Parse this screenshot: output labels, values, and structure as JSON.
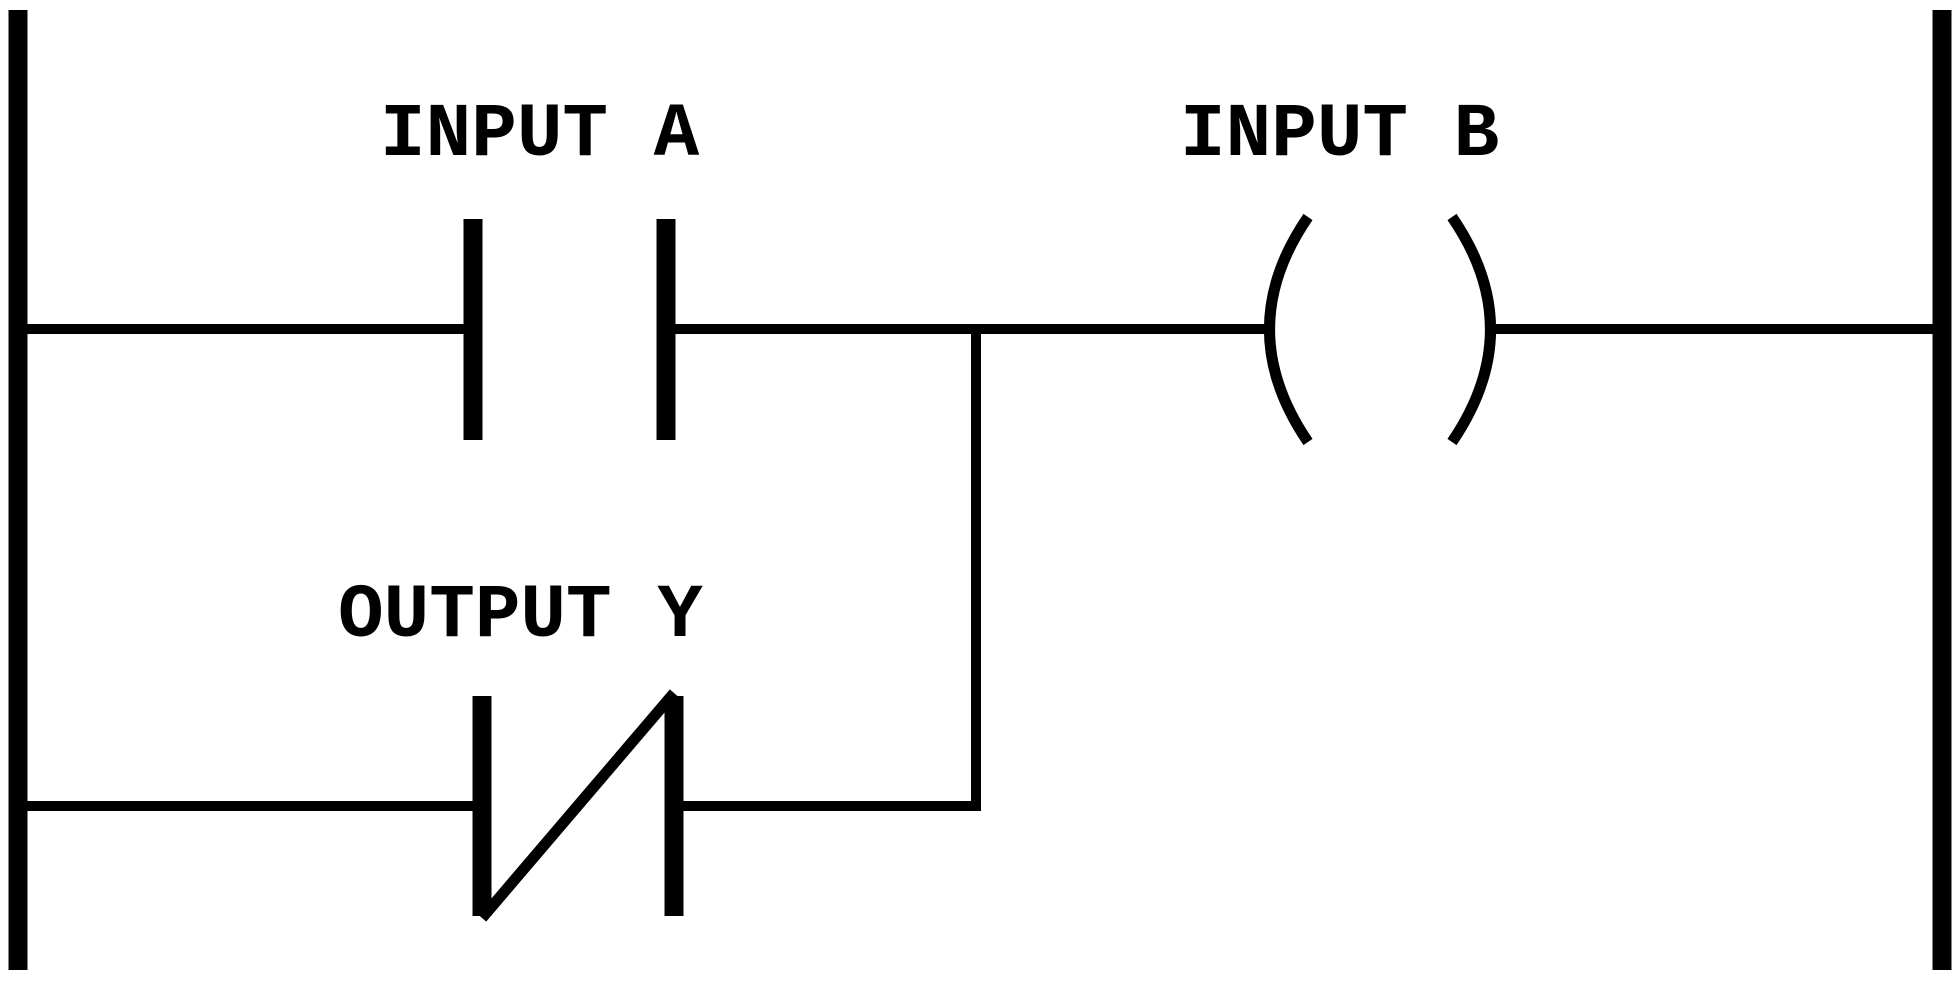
{
  "diagram": {
    "type": "ladder-logic",
    "rungs": [
      {
        "elements": [
          {
            "kind": "normally-open-contact",
            "label": "INPUT A"
          },
          {
            "kind": "output-coil",
            "label": "INPUT B"
          }
        ]
      },
      {
        "branch_parallel_to": "INPUT A",
        "elements": [
          {
            "kind": "normally-closed-contact",
            "label": "OUTPUT Y"
          }
        ]
      }
    ]
  },
  "labels": {
    "contact_a": "INPUT A",
    "coil_b": "INPUT B",
    "contact_y": "OUTPUT Y"
  },
  "colors": {
    "line": "#000000",
    "background": "#ffffff"
  }
}
